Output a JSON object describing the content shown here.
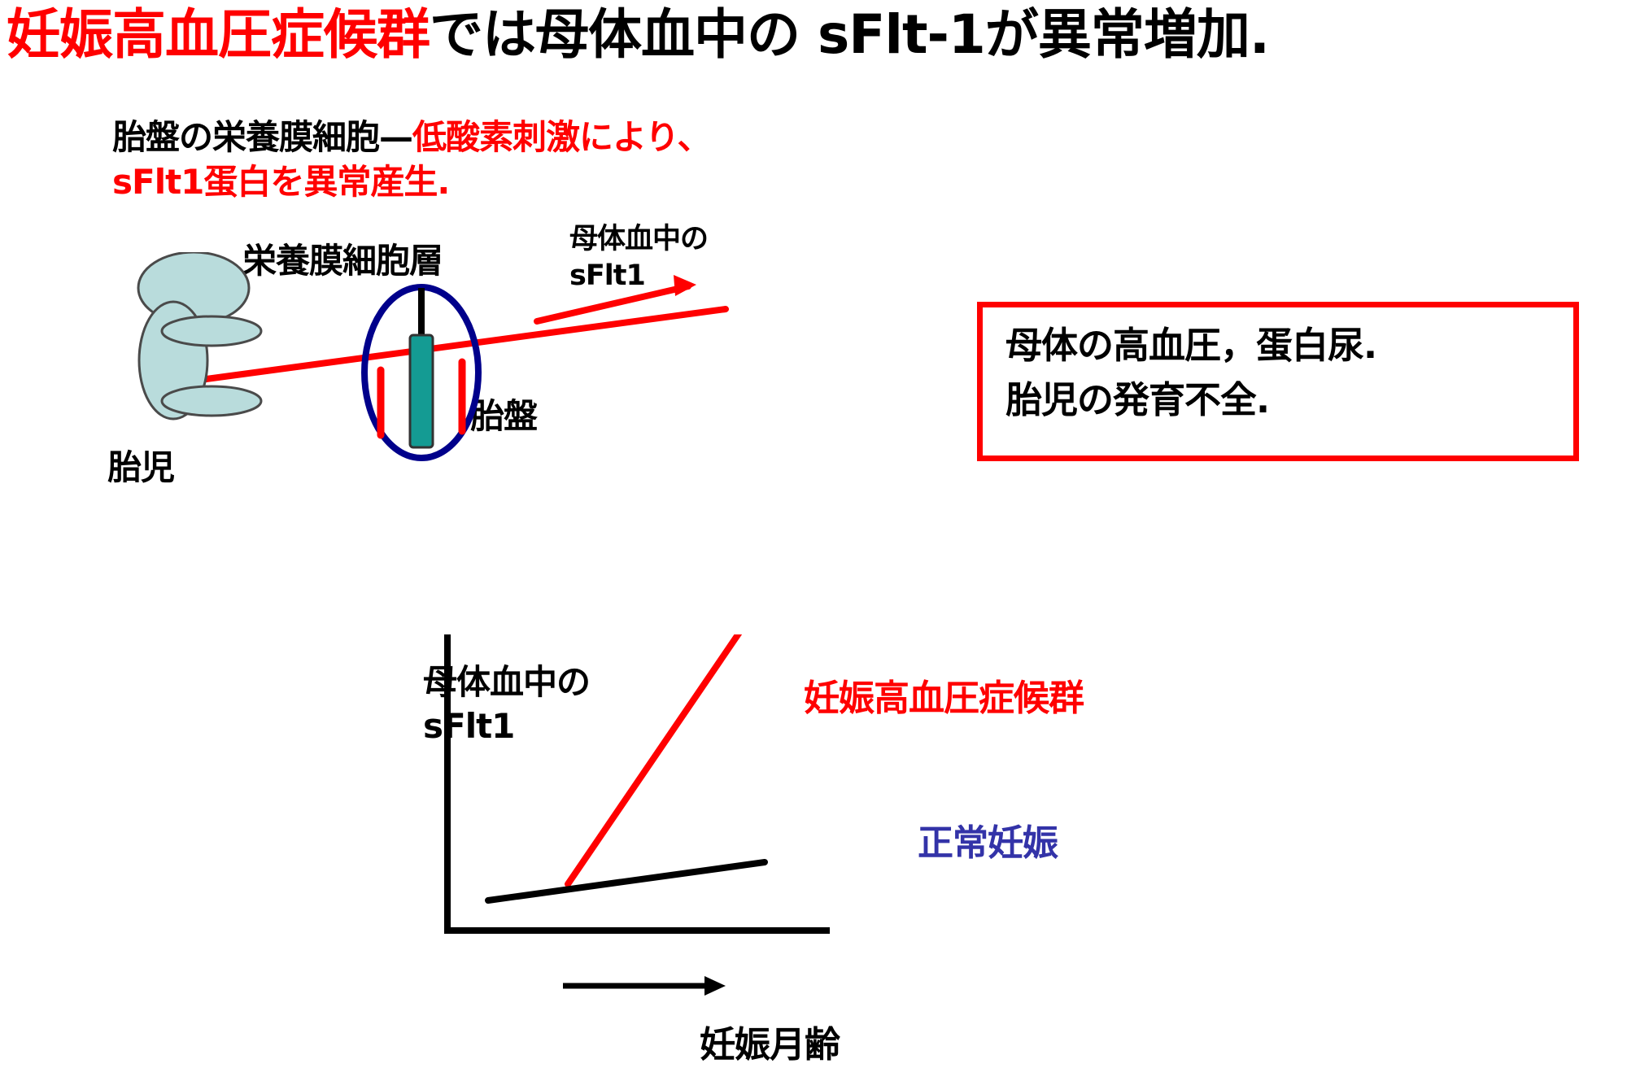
{
  "colors": {
    "red": "#FF0000",
    "black": "#000000",
    "navy": "#00008B",
    "legend_blue": "#3333A8",
    "teal_cell": "#149B93",
    "fetus_fill": "#B9DCDC",
    "background": "#FFFFFF"
  },
  "title": {
    "red_part": "妊娠高血圧症候群",
    "black_part": "では母体血中の sFlt-1が異常増加."
  },
  "subtitle": {
    "line1_black": "胎盤の栄養膜細胞—",
    "line1_red": "低酸素刺激により、",
    "line2_red": "sFlt1蛋白を異常産生."
  },
  "diagram": {
    "trophoblast_layer_label": "栄養膜細胞層",
    "fetus_label": "胎児",
    "placenta_label": "胎盤",
    "maternal_sflt1_label_line1": "母体血中の",
    "maternal_sflt1_label_line2": "sFlt1",
    "icons": {
      "fetus": "fetus-icon",
      "placenta": "placenta-ellipse-icon",
      "trophoblast_cell": "trophoblast-cell-icon",
      "sflt1_flow_arrow": "sflt1-flow-arrow-icon"
    }
  },
  "outcome_box": {
    "line1": "母体の高血圧，蛋白尿.",
    "line2": "胎児の発育不全."
  },
  "chart_data": {
    "type": "line",
    "title": "",
    "xlabel": "妊娠月齢",
    "ylabel_line1": "母体血中の",
    "ylabel_line2": "sFlt1",
    "xlim": [
      0,
      10
    ],
    "ylim": [
      0,
      10
    ],
    "grid": false,
    "legend_position": "inside-upper-right",
    "series": [
      {
        "name": "妊娠高血圧症候群",
        "color": "#FF0000",
        "label_color": "#FF0000",
        "x": [
          3.2,
          8.0
        ],
        "values": [
          1.4,
          8.2
        ]
      },
      {
        "name": "正常妊娠",
        "color": "#000000",
        "label_color": "#3333A8",
        "x": [
          1.0,
          8.1
        ],
        "values": [
          0.45,
          1.85
        ]
      }
    ],
    "x_axis_arrow": true,
    "annotations": [
      {
        "text": "妊娠高血圧症候群",
        "color": "#FF0000"
      },
      {
        "text": "正常妊娠",
        "color": "#3333A8"
      }
    ]
  }
}
